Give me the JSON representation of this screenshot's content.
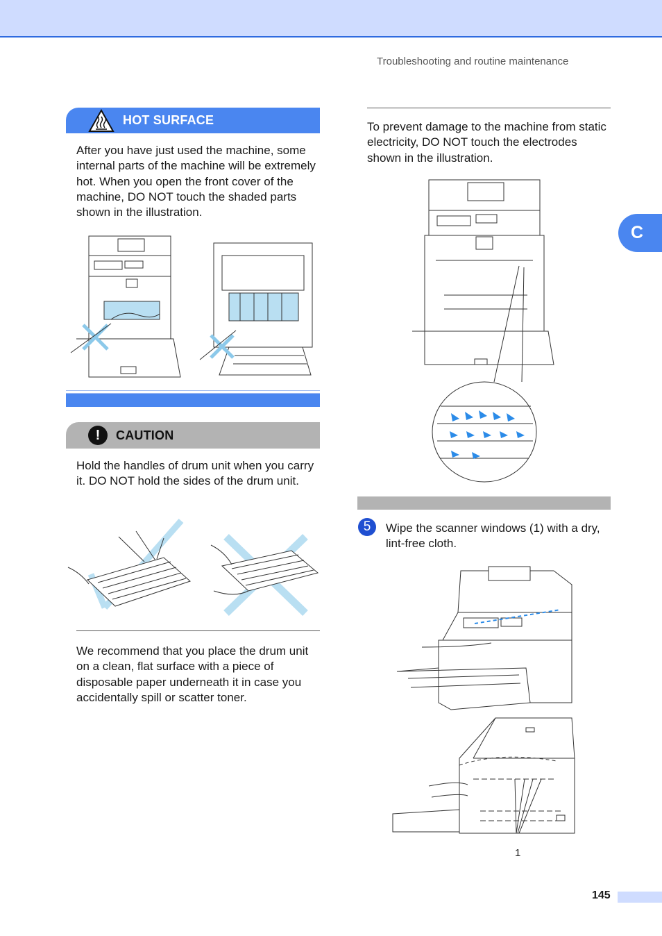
{
  "header": {
    "running_title": "Troubleshooting and routine maintenance"
  },
  "side_tab": {
    "letter": "C"
  },
  "hot_surface": {
    "title": "HOT SURFACE",
    "body": "After you have just used the machine, some internal parts of the machine will be extremely hot. When you open the front cover of the machine, DO NOT touch the shaded parts shown in the illustration."
  },
  "caution": {
    "title": "CAUTION",
    "body": "Hold the handles of drum unit when you carry it. DO NOT hold the sides of the drum unit."
  },
  "recommend": {
    "body": "We recommend that you place the drum unit on a clean, flat surface with a piece of disposable paper underneath it in case you accidentally spill or scatter toner."
  },
  "static_warning": {
    "body": "To prevent damage to the machine from static electricity, DO NOT touch the electrodes shown in the illustration."
  },
  "step": {
    "number": "5",
    "text": "Wipe the scanner windows (1) with a dry, lint-free cloth."
  },
  "callout_label": "1",
  "footer": {
    "page_number": "145"
  },
  "colors": {
    "accent": "#4a86f0",
    "header_band": "#cfdcff",
    "caution_gray": "#b3b3b3",
    "step_blue": "#1f4fd1"
  }
}
